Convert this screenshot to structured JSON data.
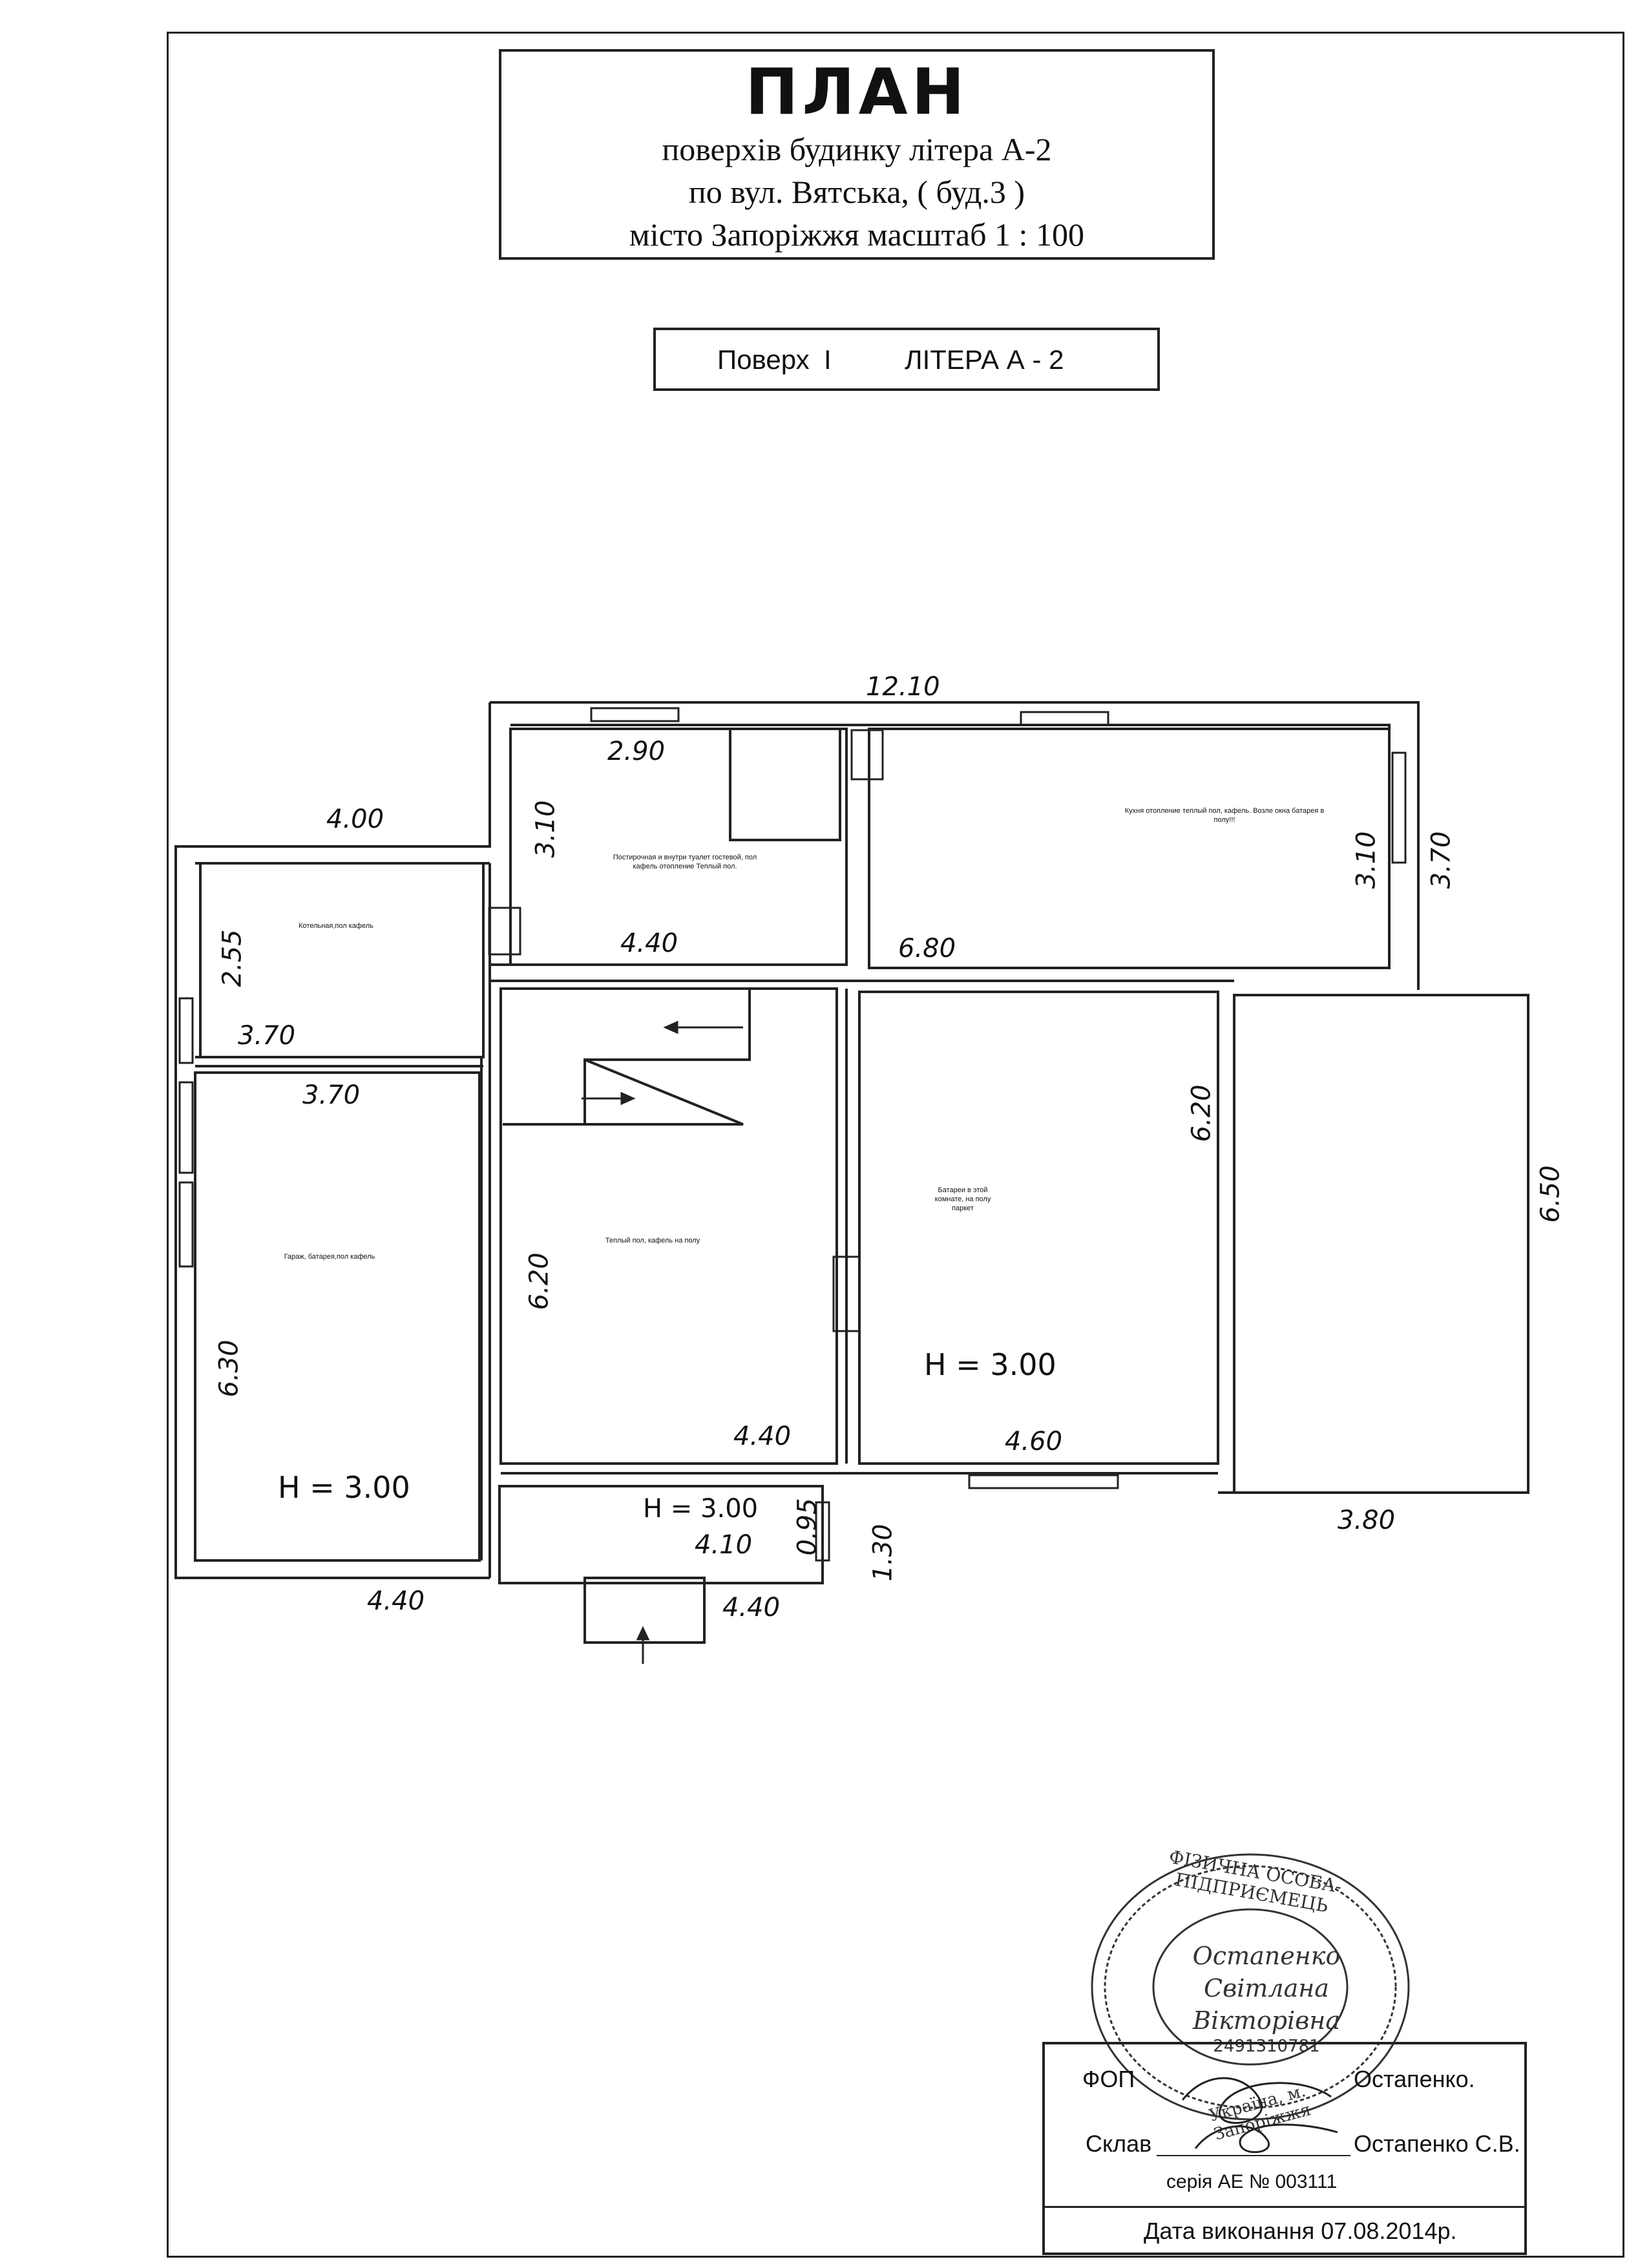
{
  "header": {
    "title": "ПЛАН",
    "line1": "поверхів будинку літера А-2",
    "line2": "по вул. Вятська, ( буд.3 )",
    "line3": "місто Запоріжжя масштаб 1 : 100"
  },
  "floor": {
    "label": "Поверх",
    "number": "I",
    "letter": "ЛІТЕРА А - 2"
  },
  "dimensions": {
    "top_total": "12.10",
    "left_wing_top": "4.00",
    "room2_width": "2.90",
    "room2_height": "3.10",
    "room2_bottom": "4.40",
    "kitchen_height_left": "3.10",
    "kitchen_height_right": "3.70",
    "kitchen_width": "6.80",
    "boiler_height": "2.55",
    "boiler_width": "3.70",
    "garage_top": "3.70",
    "garage_height": "6.30",
    "hall_height": "6.20",
    "hall_width": "4.40",
    "big_room_height": "6.20",
    "big_room_width": "4.60",
    "right_room_height": "6.50",
    "right_room_width": "3.80",
    "porch_height": "0.95",
    "porch_width": "4.10",
    "porch_outer": "1.30",
    "bottom_left": "4.40",
    "bottom_mid": "4.40"
  },
  "heights": {
    "big_room": "Н = 3.00",
    "garage": "Н = 3.00",
    "porch": "Н = 3.00"
  },
  "notes": {
    "kitchen": "Кухня отопление теплый пол, кафель. Возле окна батарея в полу!!!",
    "toilet": "Постирочная и внутри туалет гостевой, пол кафель отопление Теплый пол.",
    "boiler": "Котельная,пол кафель",
    "garage": "Гараж, батарея,пол кафель",
    "hall": "Теплый пол, кафель на полу",
    "big_room": "Батареи в этой комнате, на полу паркет"
  },
  "stamp": {
    "seal_ring": "ФІЗИЧНА ОСОБА-ПІДПРИЄМЕЦЬ",
    "seal_bottom": "Україна, м. Запоріжжя",
    "seal_name1": "Остапенко",
    "seal_name2": "Світлана",
    "seal_name3": "Вікторівна",
    "seal_code": "2491310781",
    "fop_label": "ФОП",
    "fop_name": "Остапенко.",
    "made_label": "Склав",
    "made_name": "Остапенко С.В.",
    "series": "серія АЕ № 003111",
    "date": "Дата виконання 07.08.2014р."
  }
}
